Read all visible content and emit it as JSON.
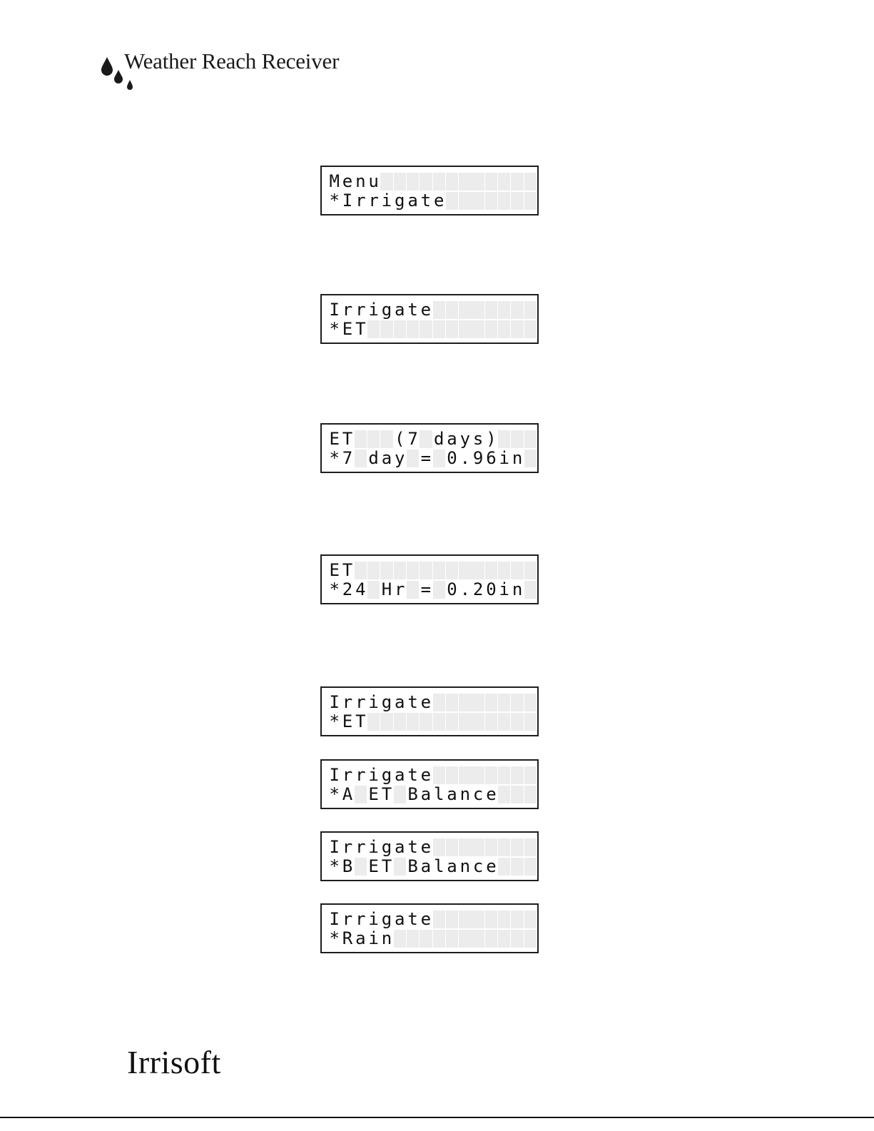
{
  "header": {
    "title": "Weather Reach Receiver",
    "logo_icon": "water-drops-icon"
  },
  "footer": {
    "brand": "Irrisoft"
  },
  "lcd_screens": [
    {
      "line1": "Menu",
      "line2": "*Irrigate"
    },
    {
      "line1": "Irrigate",
      "line2": "*ET"
    },
    {
      "line1": "ET   (7 days)",
      "line2": "*7 day = 0.96in"
    },
    {
      "line1": "ET",
      "line2": "*24 Hr = 0.20in"
    },
    {
      "line1": "Irrigate",
      "line2": "*ET"
    },
    {
      "line1": "Irrigate",
      "line2": "*A ET Balance"
    },
    {
      "line1": "Irrigate",
      "line2": "*B ET Balance"
    },
    {
      "line1": "Irrigate",
      "line2": "*Rain"
    }
  ]
}
